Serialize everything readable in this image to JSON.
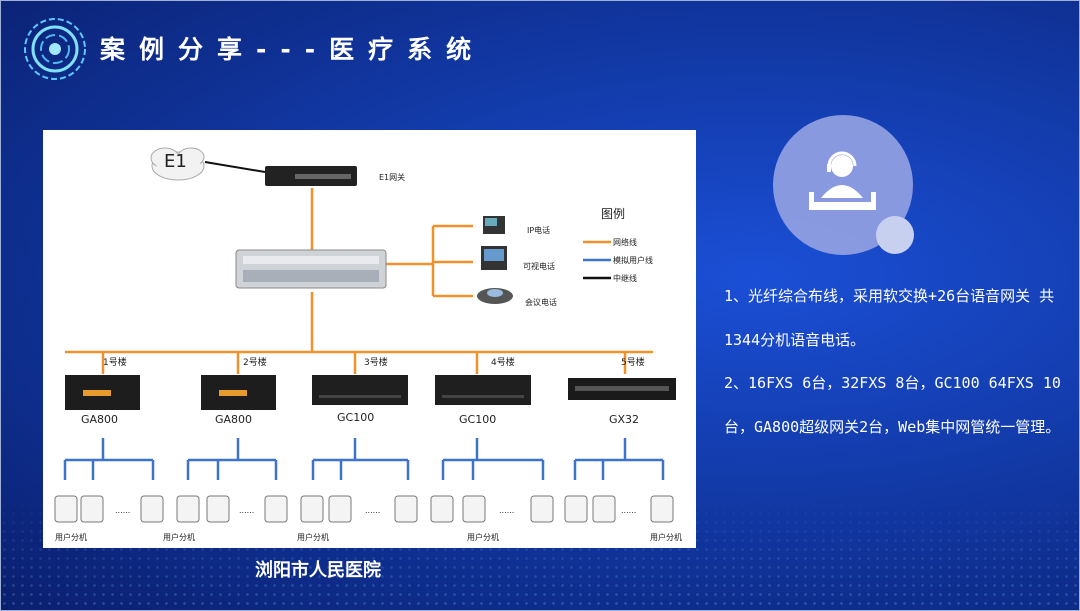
{
  "title": "案例分享---医疗系统",
  "colors": {
    "bg": "#123aa8",
    "network": "#f0912b",
    "analog": "#3d74c9",
    "trunk": "#111111"
  },
  "diagram": {
    "cloud_label": "E1",
    "gateway_label": "E1网关",
    "phones": [
      {
        "label": "IP电话",
        "icon": "ip-phone-icon"
      },
      {
        "label": "可视电话",
        "icon": "video-phone-icon"
      },
      {
        "label": "会议电话",
        "icon": "conference-phone-icon"
      }
    ],
    "legend": {
      "title": "图例",
      "items": [
        {
          "label": "网络线",
          "color": "#f0912b"
        },
        {
          "label": "模拟用户线",
          "color": "#3d74c9"
        },
        {
          "label": "中继线",
          "color": "#111111"
        }
      ]
    },
    "buildings": [
      {
        "label": "1号楼",
        "device": "GA800",
        "ellipsis": "......",
        "extension": "用户分机"
      },
      {
        "label": "2号楼",
        "device": "GA800",
        "ellipsis": "......",
        "extension": "用户分机"
      },
      {
        "label": "3号楼",
        "device": "GC100",
        "ellipsis": "......",
        "extension": "用户分机"
      },
      {
        "label": "4号楼",
        "device": "GC100",
        "ellipsis": "......",
        "extension": "用户分机"
      },
      {
        "label": "5号楼",
        "device": "GX32",
        "ellipsis": "......",
        "extension": "用户分机"
      }
    ]
  },
  "caption": "浏阳市人民医院",
  "description": {
    "p1": "1、光纤综合布线，采用软交换+26台语音网关 共1344分机语音电话。",
    "p2": "2、16FXS  6台，32FXS  8台，GC100 64FXS 10台，GA800超级网关2台，Web集中网管统一管理。"
  }
}
